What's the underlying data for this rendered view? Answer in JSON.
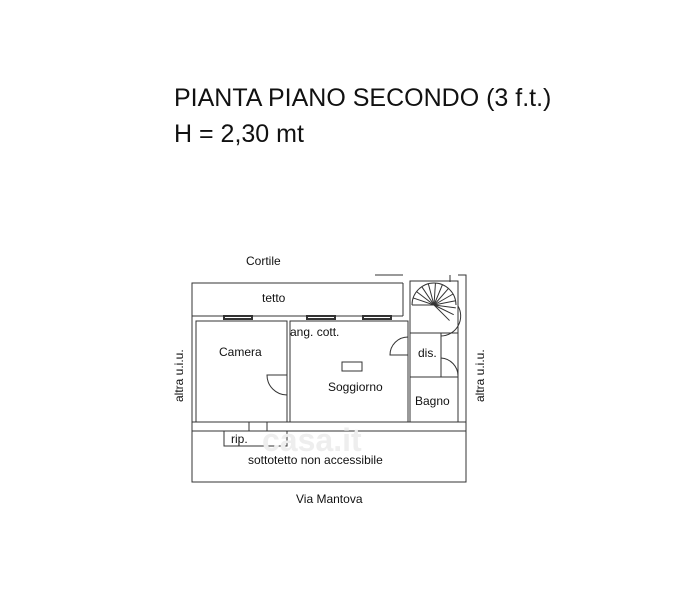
{
  "title": {
    "line1": "PIANTA PIANO SECONDO (3 f.t.)",
    "line2": "H = 2,30 mt"
  },
  "plan": {
    "north_label": "Cortile",
    "south_label": "Via Mantova",
    "west_label": "altra u.i.u.",
    "east_label": "altra u.i.u.",
    "rooms": {
      "roof": "tetto",
      "kitchenette": "ang. cott.",
      "bedroom": "Camera",
      "living": "Soggiorno",
      "hall": "dis.",
      "bathroom": "Bagno",
      "closet": "rip.",
      "attic": "sottotetto non accessibile"
    }
  },
  "watermark": "casa.it",
  "colors": {
    "line": "#333333",
    "text": "#111111"
  }
}
